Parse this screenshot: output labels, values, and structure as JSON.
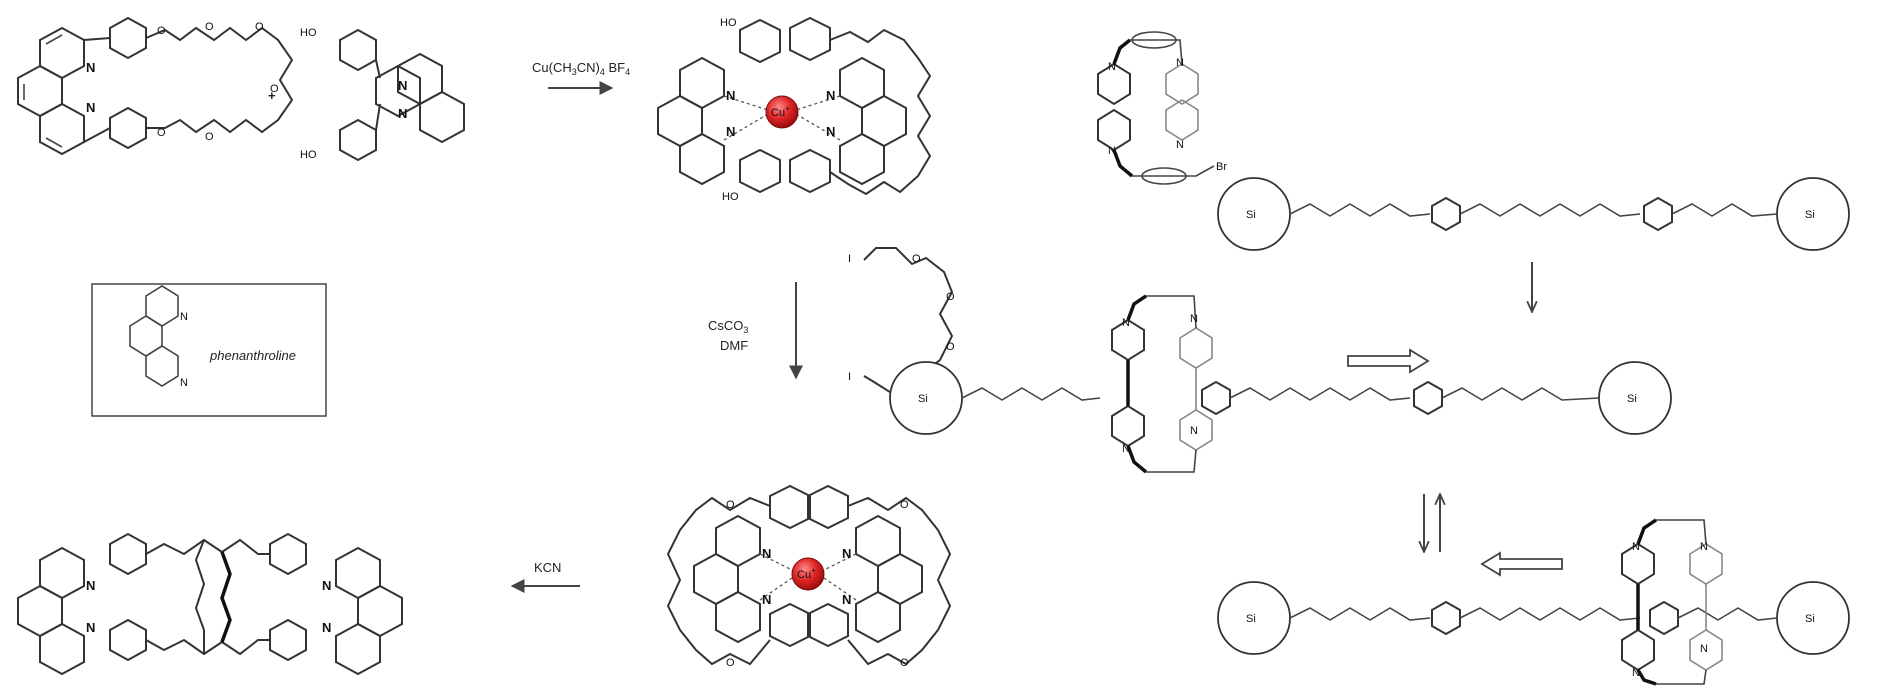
{
  "reactions": {
    "reagent1": "Cu(CH",
    "reagent1_sub1": "3",
    "reagent1_mid": "CN)",
    "reagent1_sub2": "4",
    "reagent1_end": " BF",
    "reagent1_sub3": "4",
    "reagent2_line1": "CsCO",
    "reagent2_sub": "3",
    "reagent2_line2": "DMF",
    "reagent3": "KCN",
    "plus": "+"
  },
  "legend_box": {
    "label": "phenanthroline"
  },
  "atoms": {
    "N": "N",
    "O": "O",
    "HO": "HO",
    "I": "I",
    "Br": "Br",
    "Si": "Si",
    "cu": "Cu",
    "cu_charge": "+",
    "plus_charge": "⊕"
  },
  "colors": {
    "copper": "#d32020",
    "ink": "#333333",
    "grey_ink": "#888888"
  }
}
